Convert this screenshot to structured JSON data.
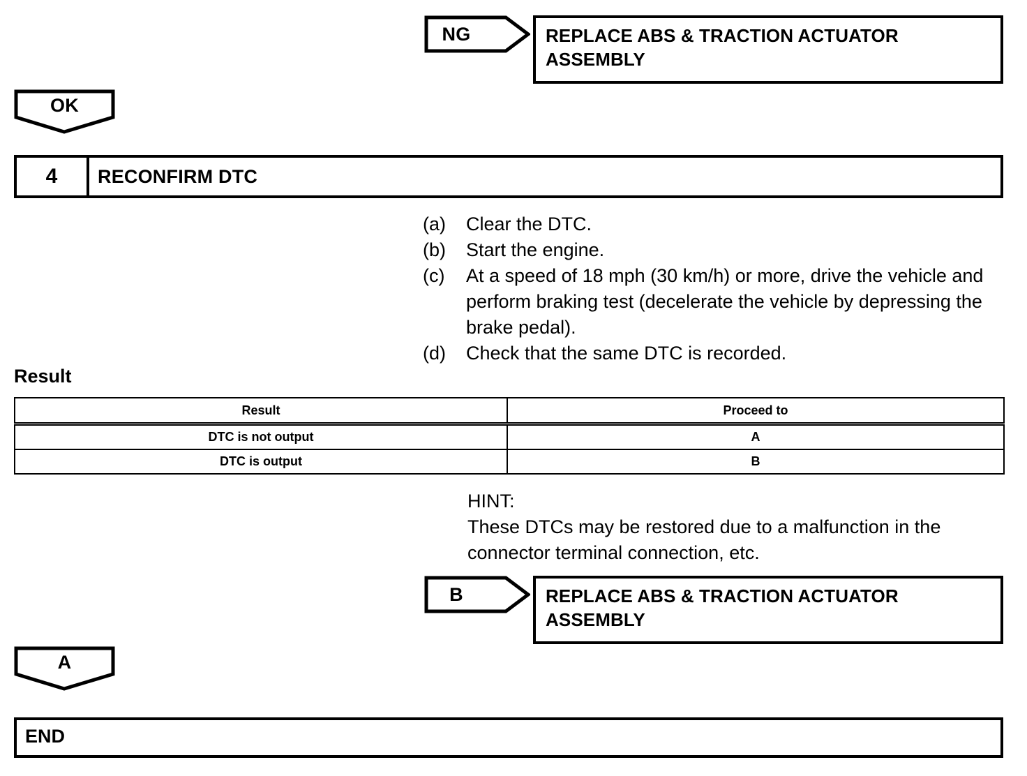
{
  "flow": {
    "ng_branch": {
      "pennant_label": "NG",
      "action_title": "REPLACE ABS & TRACTION ACTUATOR ASSEMBLY"
    },
    "ok_branch": {
      "pennant_label": "OK"
    },
    "b_branch": {
      "pennant_label": "B",
      "action_title": "REPLACE ABS & TRACTION ACTUATOR ASSEMBLY"
    },
    "a_branch": {
      "pennant_label": "A"
    },
    "end_label": "END"
  },
  "step": {
    "number": "4",
    "title": "RECONFIRM DTC",
    "procedure": [
      {
        "marker": "(a)",
        "text": "Clear the DTC."
      },
      {
        "marker": "(b)",
        "text": "Start the engine."
      },
      {
        "marker": "(c)",
        "text": "At a speed of 18 mph (30 km/h) or more, drive the vehicle and perform braking test (decelerate the vehicle by depressing the brake pedal)."
      },
      {
        "marker": "(d)",
        "text": "Check that the same DTC is recorded."
      }
    ]
  },
  "result_section": {
    "caption": "Result",
    "table": {
      "headers": [
        "Result",
        "Proceed to"
      ],
      "rows": [
        [
          "DTC is not output",
          "A"
        ],
        [
          "DTC is output",
          "B"
        ]
      ]
    }
  },
  "hint": {
    "label": "HINT:",
    "lines": [
      "These DTCs may be restored due to a malfunction in the",
      "connector terminal connection, etc."
    ]
  },
  "colors": {
    "ink": "#000000",
    "paper": "#ffffff"
  }
}
